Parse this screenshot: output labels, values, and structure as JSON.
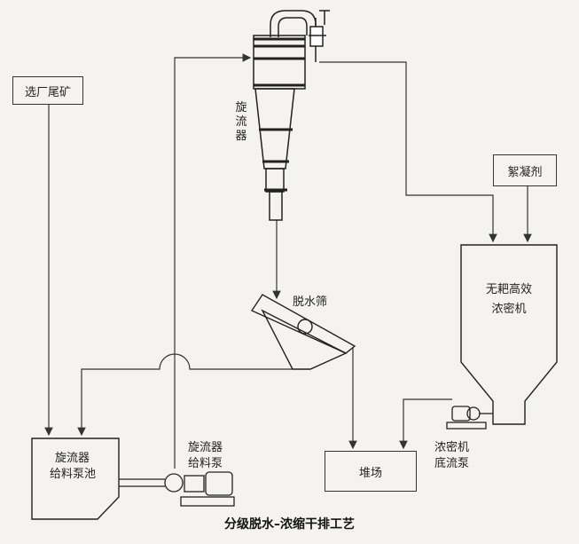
{
  "labels": {
    "tailings": "选厂尾矿",
    "flocculant": "絮凝剂",
    "cyclone": "旋流器",
    "screen": "脱水筛",
    "thickener_line1": "无耙高效",
    "thickener_line2": "浓密机",
    "feed_tank_line1": "旋流器",
    "feed_tank_line2": "给料泵池",
    "feed_pump_line1": "旋流器",
    "feed_pump_line2": "给料泵",
    "underflow_pump_line1": "浓密机",
    "underflow_pump_line2": "底流泵",
    "stockpile": "堆场"
  },
  "caption": "分级脱水–浓缩干排工艺",
  "colors": {
    "line": "#333333",
    "background": "#f4f3ef"
  }
}
